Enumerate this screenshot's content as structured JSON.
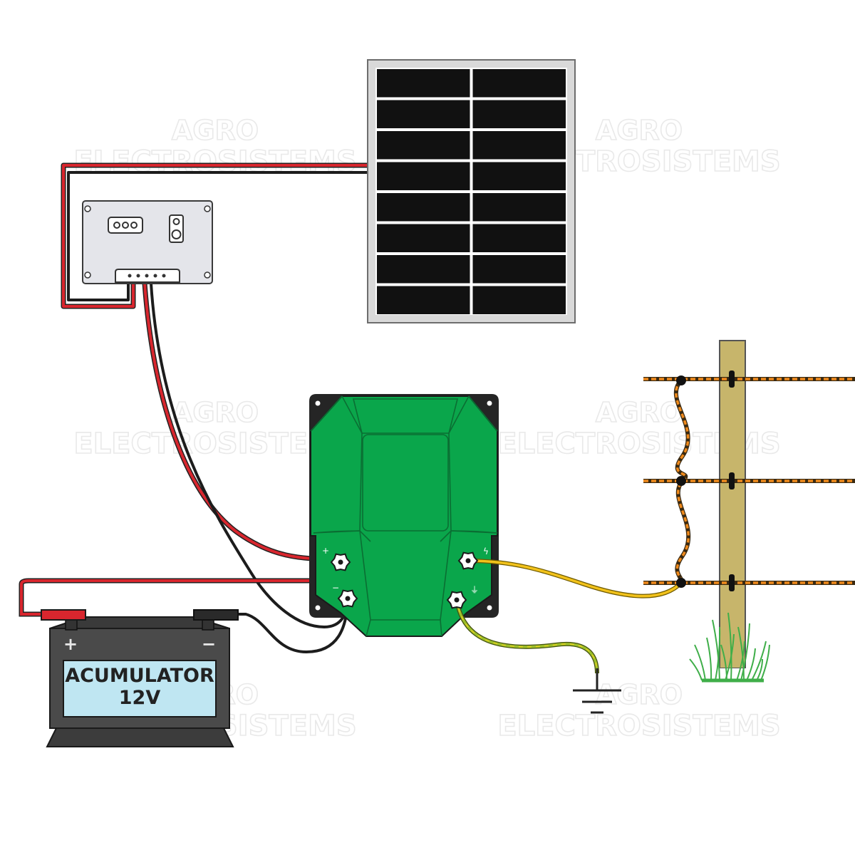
{
  "watermark": {
    "line1": "AGRO",
    "line2": "ELECTROSISTEMS"
  },
  "battery": {
    "label_line1": "ACUMULATOR",
    "label_line2": "12V",
    "plus_symbol": "+",
    "minus_symbol": "−"
  },
  "energizer": {
    "terminal_plus": "+",
    "terminal_minus": "−",
    "terminal_fence": "ϟ",
    "terminal_earth": "⏚"
  },
  "colors": {
    "positive_wire": "#d8262e",
    "negative_wire": "#1c1c1c",
    "fence_wire": "#f2c21b",
    "earth_wire": "#9bbf2a",
    "energizer_body": "#0aa64b",
    "battery_body": "#4a4a4a",
    "battery_label_bg": "#bfe6f2",
    "solar_cell": "#111111",
    "post": "#c7b56b",
    "polywire": "#f08a1c",
    "grass": "#3fae49"
  }
}
